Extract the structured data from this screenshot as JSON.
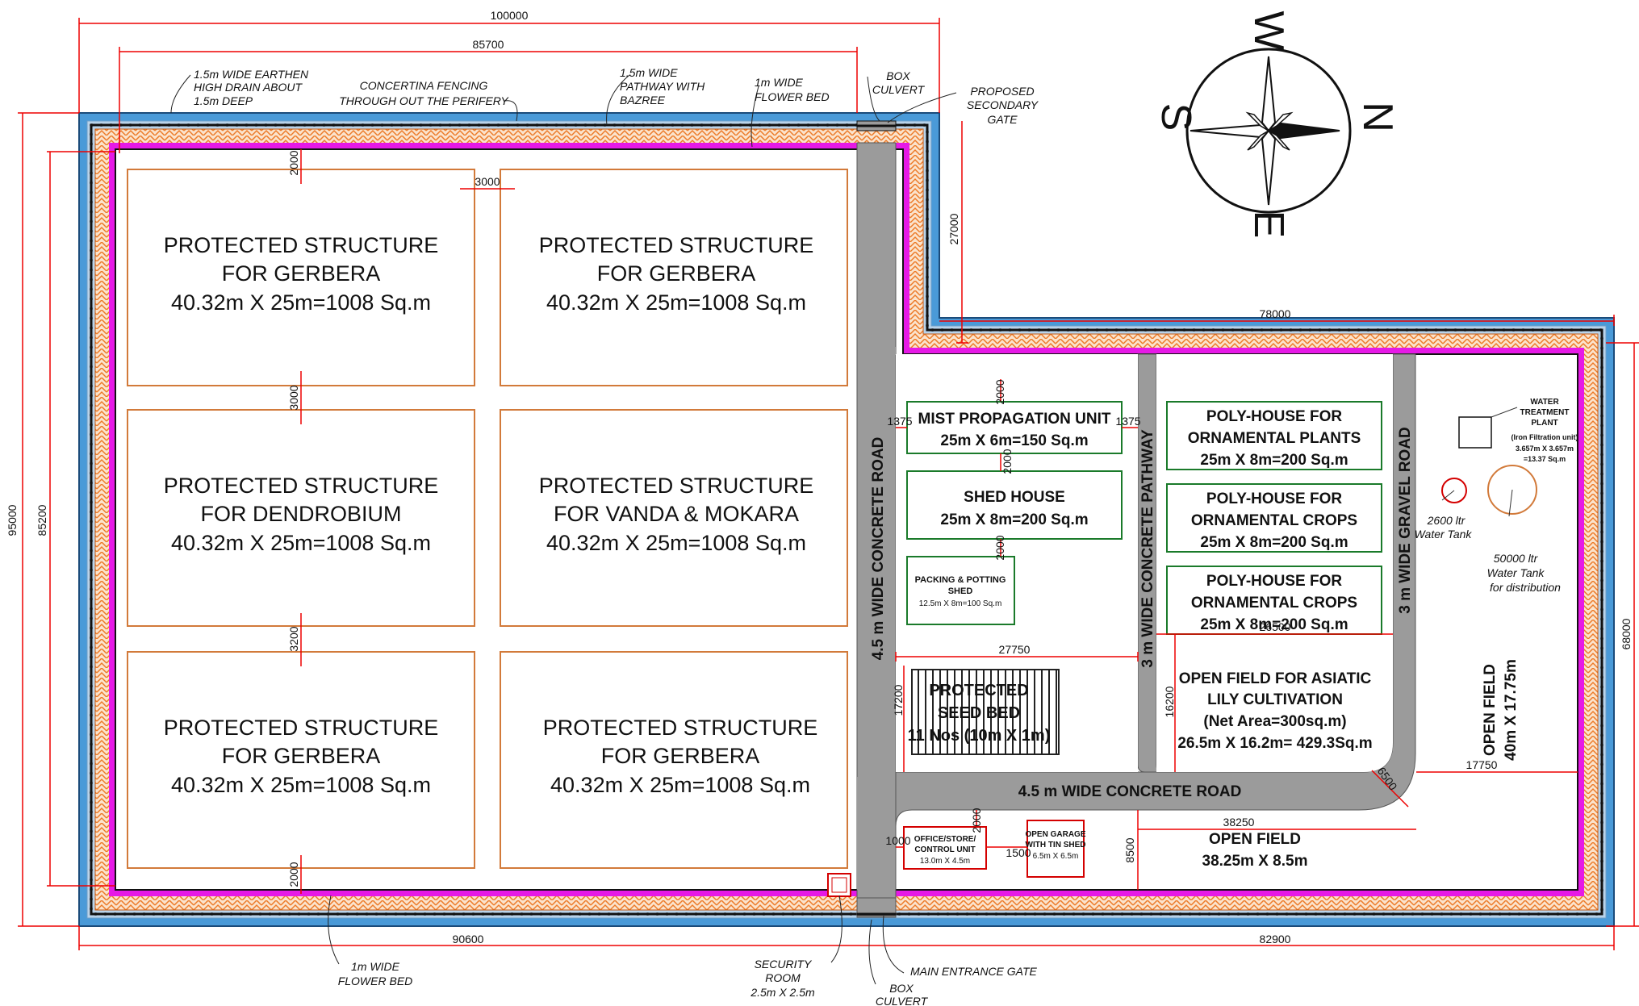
{
  "dimensions": {
    "overall_width": "100000",
    "inner_width": "85700",
    "overall_height": "95000",
    "inner_height": "85200",
    "left_bottom_width": "90600",
    "right_bottom_width": "82900",
    "right_top_width": "78000",
    "right_height": "68000",
    "notch_height": "27000",
    "gap_top": "2000",
    "gap_between_cols": "3000",
    "gap_row1": "3000",
    "gap_row2": "3200",
    "gap_bottom": "2000",
    "mist_side_left": "1375",
    "mist_side_right": "1375",
    "mist_top": "2000",
    "mist_shed_gap": "2000",
    "shed_pack_gap": "2000",
    "seed_width": "27750",
    "seed_height": "17200",
    "lily_width": "26500",
    "lily_height": "16200",
    "corner_radius": "6500",
    "open_field_right_width": "17750",
    "office_left": "1000",
    "office_top": "2000",
    "garage_gap": "1500",
    "open_field_bottom_width": "38250",
    "open_field_bottom_height": "8500"
  },
  "annotations": {
    "drain": [
      "1.5m WIDE EARTHEN",
      "HIGH DRAIN ABOUT",
      "1.5m DEEP"
    ],
    "fencing": [
      "CONCERTINA FENCING",
      "THROUGH OUT THE PERIFERY"
    ],
    "pathway": [
      "1.5m WIDE",
      "PATHWAY WITH",
      "BAZREE"
    ],
    "flower_bed_top": [
      "1m WIDE",
      "FLOWER BED"
    ],
    "box_culvert_top": [
      "BOX",
      "CULVERT"
    ],
    "secondary_gate": [
      "PROPOSED",
      "SECONDARY",
      "GATE"
    ],
    "flower_bed_bottom": [
      "1m WIDE",
      "FLOWER BED"
    ],
    "security_room": [
      "SECURITY",
      "ROOM",
      "2.5m X 2.5m"
    ],
    "main_gate": "MAIN ENTRANCE GATE",
    "box_culvert_bottom": [
      "BOX",
      "CULVERT"
    ],
    "tank_small": [
      "2600 ltr",
      "Water Tank"
    ],
    "tank_large": [
      "50000 ltr",
      "Water Tank",
      "for distribution"
    ],
    "water_plant": [
      "WATER",
      "TREATMENT",
      "PLANT",
      "(Iron Filtration unit)",
      "3.657m X 3.657m",
      "=13.37 Sq.m"
    ]
  },
  "compass": {
    "north": "N",
    "south": "S",
    "east": "E",
    "west": "W"
  },
  "structures": [
    {
      "lines": [
        "PROTECTED STRUCTURE",
        "FOR  GERBERA",
        "40.32m X 25m=1008 Sq.m"
      ]
    },
    {
      "lines": [
        "PROTECTED STRUCTURE",
        "FOR  GERBERA",
        "40.32m X 25m=1008 Sq.m"
      ]
    },
    {
      "lines": [
        "PROTECTED STRUCTURE",
        "FOR  DENDROBIUM",
        "40.32m X 25m=1008 Sq.m"
      ]
    },
    {
      "lines": [
        "PROTECTED STRUCTURE",
        "FOR  VANDA & MOKARA",
        "40.32m X 25m=1008 Sq.m"
      ]
    },
    {
      "lines": [
        "PROTECTED STRUCTURE",
        "FOR  GERBERA",
        "40.32m X 25m=1008 Sq.m"
      ]
    },
    {
      "lines": [
        "PROTECTED STRUCTURE",
        "FOR  GERBERA",
        "40.32m X 25m=1008 Sq.m"
      ]
    }
  ],
  "units": {
    "mist": [
      "MIST PROPAGATION UNIT",
      "25m X 6m=150 Sq.m"
    ],
    "shed": [
      "SHED HOUSE",
      "25m X 8m=200 Sq.m"
    ],
    "packing": [
      "PACKING & POTTING",
      "SHED",
      "12.5m X 8m=100 Sq.m"
    ],
    "seed_bed": [
      "PROTECTED",
      "SEED BED",
      "11 Nos (10m X 1m)"
    ],
    "poly1": [
      "POLY-HOUSE FOR",
      "ORNAMENTAL PLANTS",
      "25m X 8m=200 Sq.m"
    ],
    "poly2": [
      "POLY-HOUSE FOR",
      "ORNAMENTAL CROPS",
      "25m X 8m=200 Sq.m"
    ],
    "poly3": [
      "POLY-HOUSE FOR",
      "ORNAMENTAL CROPS",
      "25m X 8m=200 Sq.m"
    ],
    "lily": [
      "OPEN FIELD FOR ASIATIC",
      "LILY CULTIVATION",
      "(Net Area=300sq.m)",
      "26.5m X 16.2m= 429.3Sq.m"
    ],
    "open_right": [
      "OPEN FIELD",
      "40m X 17.75m"
    ],
    "office": [
      "OFFICE/STORE/",
      "CONTROL UNIT",
      "13.0m X 4.5m"
    ],
    "garage": [
      "OPEN GARAGE",
      "WITH TIN SHED",
      "6.5m X 6.5m"
    ],
    "open_bottom": [
      "OPEN FIELD",
      "38.25m X 8.5m"
    ]
  },
  "roads": {
    "main_vertical": "4.5 m WIDE CONCRETE ROAD",
    "horizontal": "4.5 m WIDE CONCRETE ROAD",
    "pathway": "3 m WIDE CONCRETE PATHWAY",
    "gravel": "3 m WIDE GRAVEL ROAD"
  }
}
